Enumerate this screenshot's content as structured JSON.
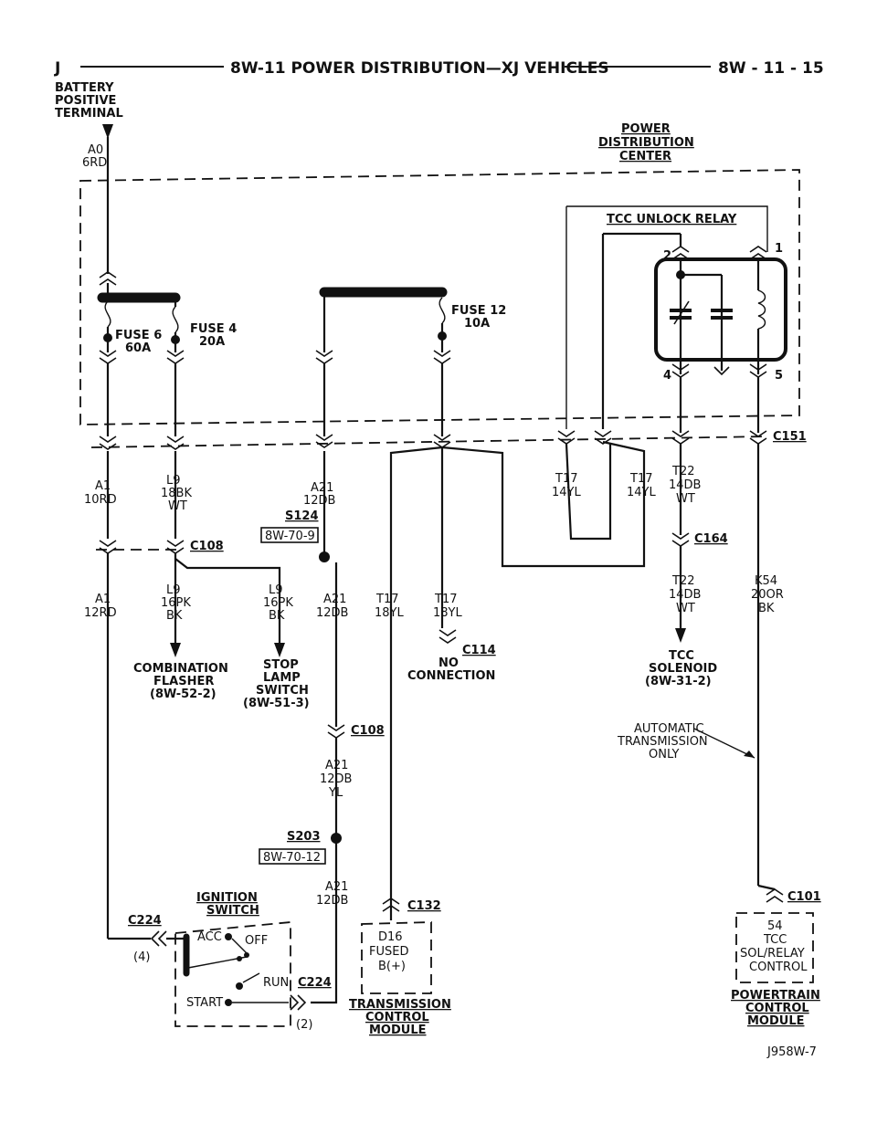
{
  "header": {
    "left": "J",
    "title": "8W-11 POWER DISTRIBUTION—XJ VEHICLES",
    "page": "8W - 11 - 15"
  },
  "battery": {
    "label1": "BATTERY",
    "label2": "POSITIVE",
    "label3": "TERMINAL",
    "circuit": "A0",
    "wire": "6RD"
  },
  "pdc": {
    "label1": "POWER",
    "label2": "DISTRIBUTION",
    "label3": "CENTER"
  },
  "fuses": {
    "f6_name": "FUSE 6",
    "f6_amp": "60A",
    "f4_name": "FUSE 4",
    "f4_amp": "20A",
    "f12_name": "FUSE 12",
    "f12_amp": "10A"
  },
  "relay": {
    "title": "TCC UNLOCK RELAY",
    "pin1": "1",
    "pin2": "2",
    "pin4": "4",
    "pin5": "5"
  },
  "connectors": {
    "c151": "C151",
    "c108a": "C108",
    "c164": "C164",
    "c114": "C114",
    "c108b": "C108",
    "c132": "C132",
    "c101": "C101",
    "c224a": "C224",
    "c224b": "C224"
  },
  "splices": {
    "s124": "S124",
    "s124_ref": "8W-70-9",
    "s203": "S203",
    "s203_ref": "8W-70-12"
  },
  "wires": {
    "a1a": [
      "A1",
      "10RD"
    ],
    "l9a": [
      "L9",
      "18BK",
      "WT"
    ],
    "a21a": [
      "A21",
      "12DB"
    ],
    "t17a": [
      "T17",
      "14YL"
    ],
    "t17b": [
      "T17",
      "14YL"
    ],
    "t22a": [
      "T22",
      "14DB",
      "WT"
    ],
    "a1b": [
      "A1",
      "12RD"
    ],
    "l9b": [
      "L9",
      "16PK",
      "BK"
    ],
    "l9c": [
      "L9",
      "16PK",
      "BK"
    ],
    "a21b": [
      "A21",
      "12DB"
    ],
    "t17c": [
      "T17",
      "18YL"
    ],
    "t17d": [
      "T17",
      "18YL"
    ],
    "t22b": [
      "T22",
      "14DB",
      "WT"
    ],
    "k54": [
      "K54",
      "20OR",
      "BK"
    ],
    "a21c": [
      "A21",
      "12DB",
      "YL"
    ],
    "a21d": [
      "A21",
      "12DB"
    ]
  },
  "components": {
    "flasher": [
      "COMBINATION",
      "FLASHER",
      "(8W-52-2)"
    ],
    "stop": [
      "STOP",
      "LAMP",
      "SWITCH",
      "(8W-51-3)"
    ],
    "noconn": [
      "NO",
      "CONNECTION"
    ],
    "tcc_sol": [
      "TCC",
      "SOLENOID",
      "(8W-31-2)"
    ],
    "auto": [
      "AUTOMATIC",
      "TRANSMISSION",
      "ONLY"
    ],
    "ign": [
      "IGNITION",
      "SWITCH"
    ],
    "ign_pos": {
      "acc": "ACC",
      "off": "OFF",
      "run": "RUN",
      "start": "START"
    },
    "ign_pins": {
      "p4": "(4)",
      "p2": "(2)"
    },
    "tcm": {
      "pin": "D16",
      "l1": "FUSED",
      "l2": "B(+)",
      "name1": "TRANSMISSION",
      "name2": "CONTROL",
      "name3": "MODULE"
    },
    "pcm": {
      "pin": "54",
      "l1": "TCC",
      "l2": "SOL/RELAY",
      "l3": "CONTROL",
      "name1": "POWERTRAIN",
      "name2": "CONTROL",
      "name3": "MODULE"
    }
  },
  "figure_id": "J958W-7"
}
